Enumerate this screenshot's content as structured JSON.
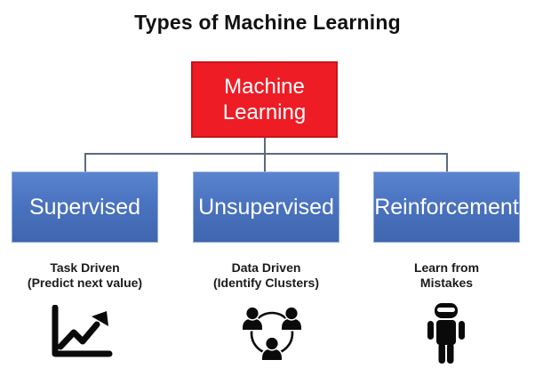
{
  "title": "Types of Machine Learning",
  "root": {
    "label": "Machine Learning"
  },
  "branches": [
    {
      "label": "Supervised",
      "desc_line1": "Task Driven",
      "desc_line2": "(Predict next value)",
      "icon": "trend-chart-icon"
    },
    {
      "label": "Unsupervised",
      "desc_line1": "Data Driven",
      "desc_line2": "(Identify Clusters)",
      "icon": "cluster-people-icon"
    },
    {
      "label": "Reinforcement",
      "desc_line1": "Learn from",
      "desc_line2": "Mistakes",
      "icon": "robot-icon"
    }
  ],
  "colors": {
    "root_fill": "#ee1c25",
    "root_border": "#c4151c",
    "branch_fill": "#4a73c0",
    "branch_border": "#93abd9",
    "connector": "#5b6b7c",
    "icon": "#0a0a0a",
    "text_light": "#ffffff",
    "text_dark": "#1b1b1b"
  }
}
